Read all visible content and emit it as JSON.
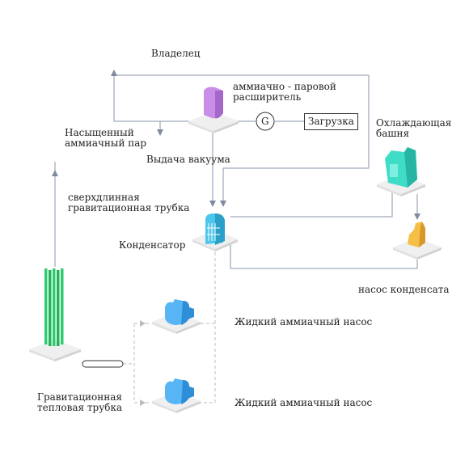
{
  "labels": {
    "owner": "Владелец",
    "expander": "аммиачно - паровой\nрасширитель",
    "generator": "G",
    "load": "Загрузка",
    "saturated_vapor": "Насыщенный\nаммиачный пар",
    "vacuum_output": "Выдача вакуума",
    "cooling_tower": "Охлаждающая\nбашня",
    "long_pipe": "сверхдлинная\nгравитационная трубка",
    "condenser": "Конденсатор",
    "condensate_pump": "насос конденсата",
    "liquid_pump_1": "Жидкий аммиачный насос",
    "liquid_pump_2": "Жидкий аммиачный насос",
    "gravity_heat_pipe": "Гравитационная\nтепловая трубка"
  },
  "colors": {
    "line": "#8a96ab",
    "arrow": "#7f8aa0",
    "dashed": "#bcbcbc",
    "expander": "#c98ee8",
    "cooling_tower": "#3fdcc8",
    "pump": "#57b5f6",
    "heat_pipe": "#2ccc6e",
    "condenser": "#4cc6ea",
    "condensate_pump": "#f5bf45",
    "platform": "#f0f0f0"
  },
  "icons": [
    "expander-icon",
    "generator-icon",
    "cooling-tower-icon",
    "condenser-icon",
    "condensate-pump-icon",
    "liquid-pump-icon",
    "heat-pipe-icon",
    "pipe-tube-icon"
  ]
}
